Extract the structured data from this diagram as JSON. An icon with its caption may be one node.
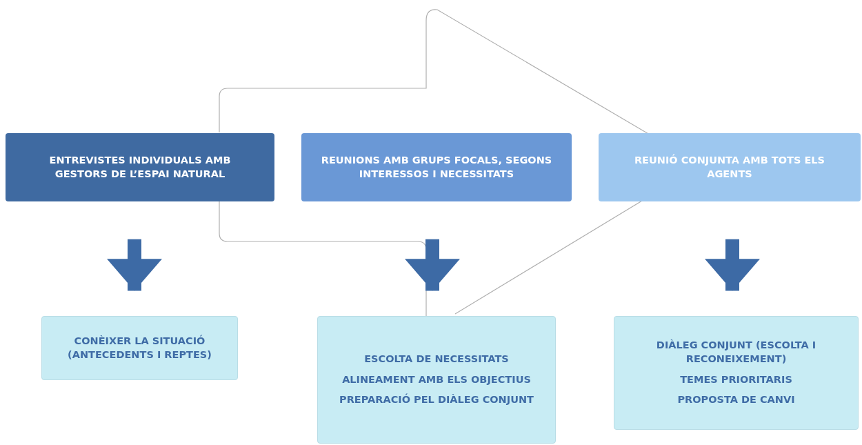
{
  "diagram": {
    "nodes": [
      {
        "text": [
          "ENTREVISTES INDIVIDUALS AMB GESTORS DE L’ESPAI NATURAL"
        ]
      },
      {
        "text": [
          "REUNIONS AMB GRUPS FOCALS, SEGONS INTERESSOS I NECESSITATS"
        ]
      },
      {
        "text": [
          "REUNIÓ CONJUNTA AMB TOTS ELS AGENTS"
        ]
      },
      {
        "text": [
          "CONÈIXER LA SITUACIÓ (ANTECEDENTS I REPTES)"
        ]
      },
      {
        "text": [
          "ESCOLTA DE NECESSITATS",
          "ALINEAMENT AMB ELS OBJECTIUS",
          "PREPARACIÓ PEL DIÀLEG CONJUNT"
        ]
      },
      {
        "text": [
          "DIÀLEG CONJUNT (ESCOLTA I RECONEIXEMENT)",
          "TEMES PRIORITARIS",
          "PROPOSTA DE CANVI"
        ]
      }
    ],
    "edges": [
      {
        "from": 0,
        "to": 3,
        "arrow": "to"
      },
      {
        "from": 1,
        "to": 4,
        "arrow": "to"
      },
      {
        "from": 2,
        "to": 5,
        "arrow": "to"
      }
    ]
  }
}
